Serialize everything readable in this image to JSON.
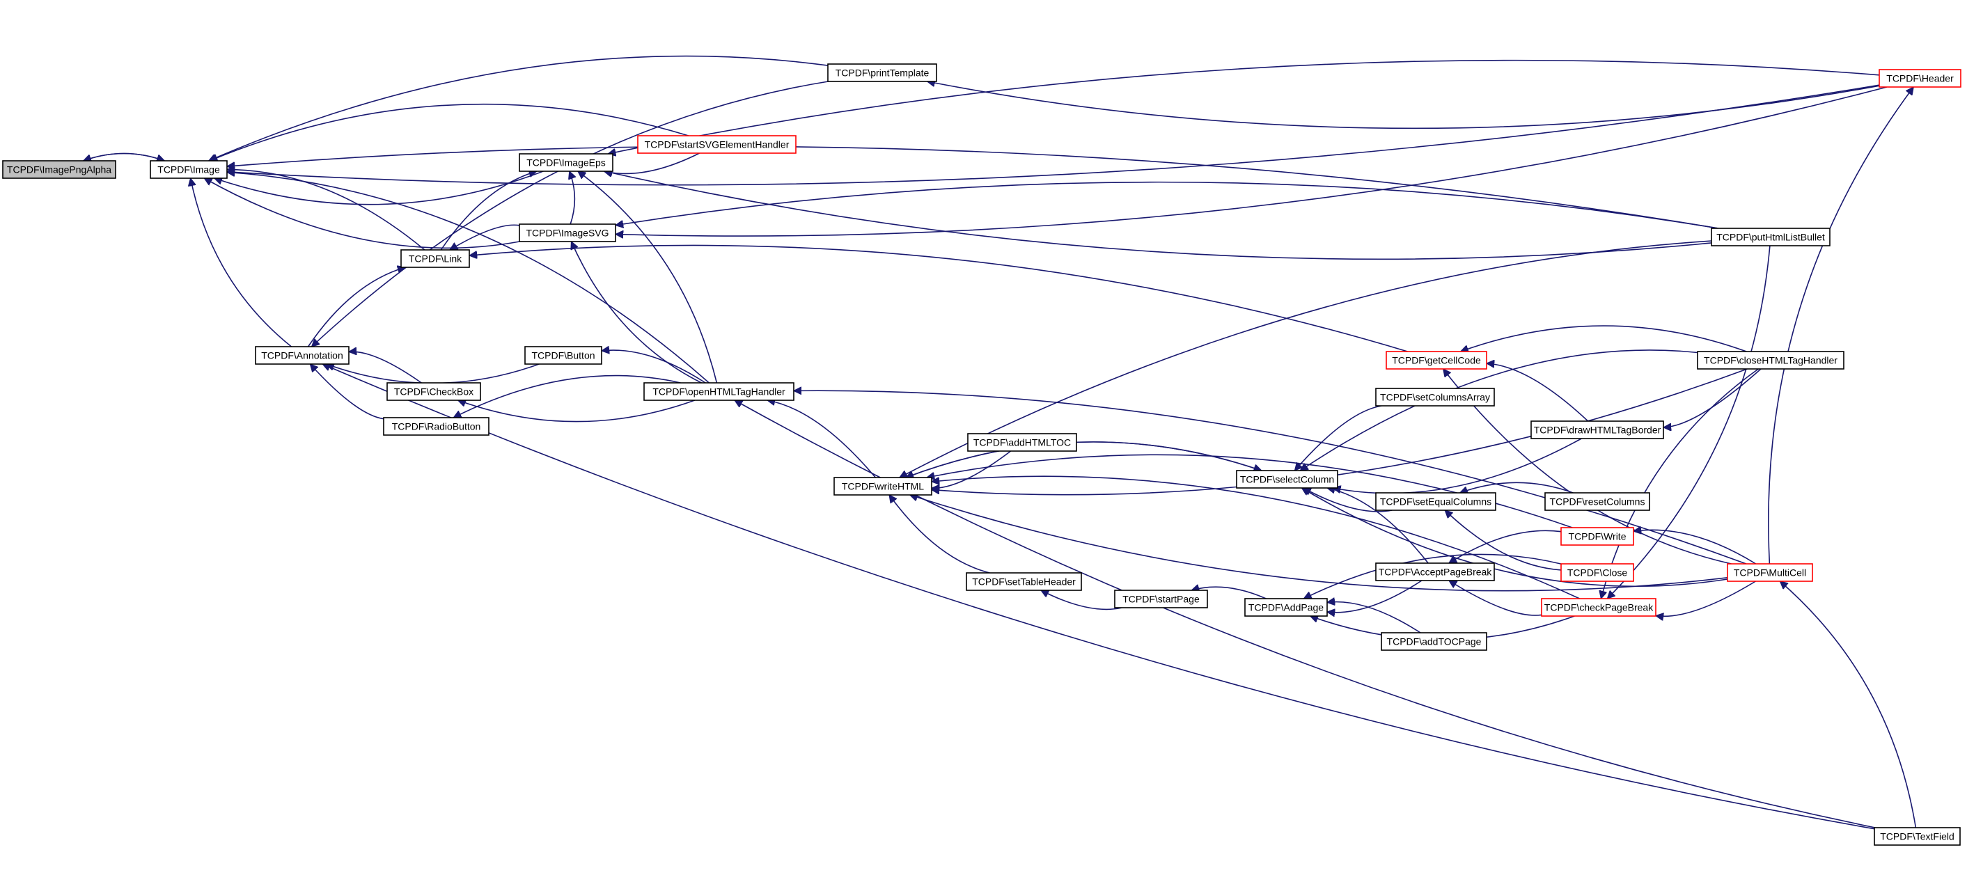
{
  "diagram": {
    "type": "call-graph",
    "colors": {
      "edge": "#191970",
      "border": "#000000",
      "border_truncated": "#ff0000",
      "focus_fill": "#bfbfbf"
    },
    "nodes": [
      {
        "id": "imagepngalpha",
        "label": "TCPDF\\ImagePngAlpha",
        "style": "focus"
      },
      {
        "id": "image",
        "label": "TCPDF\\Image",
        "style": "normal"
      },
      {
        "id": "printtemplate",
        "label": "TCPDF\\printTemplate",
        "style": "normal"
      },
      {
        "id": "imageeps",
        "label": "TCPDF\\ImageEps",
        "style": "normal"
      },
      {
        "id": "startsvg",
        "label": "TCPDF\\startSVGElementHandler",
        "style": "truncated"
      },
      {
        "id": "imagesvg",
        "label": "TCPDF\\ImageSVG",
        "style": "normal"
      },
      {
        "id": "link",
        "label": "TCPDF\\Link",
        "style": "normal"
      },
      {
        "id": "annotation",
        "label": "TCPDF\\Annotation",
        "style": "normal"
      },
      {
        "id": "button",
        "label": "TCPDF\\Button",
        "style": "normal"
      },
      {
        "id": "checkbox",
        "label": "TCPDF\\CheckBox",
        "style": "normal"
      },
      {
        "id": "radiobutton",
        "label": "TCPDF\\RadioButton",
        "style": "normal"
      },
      {
        "id": "openhtml",
        "label": "TCPDF\\openHTMLTagHandler",
        "style": "normal"
      },
      {
        "id": "writehtml",
        "label": "TCPDF\\writeHTML",
        "style": "normal"
      },
      {
        "id": "addhtmltoc",
        "label": "TCPDF\\addHTMLTOC",
        "style": "normal"
      },
      {
        "id": "settableheader",
        "label": "TCPDF\\setTableHeader",
        "style": "normal"
      },
      {
        "id": "startpage",
        "label": "TCPDF\\startPage",
        "style": "normal"
      },
      {
        "id": "addpage",
        "label": "TCPDF\\AddPage",
        "style": "normal"
      },
      {
        "id": "addtocpage",
        "label": "TCPDF\\addTOCPage",
        "style": "normal"
      },
      {
        "id": "acceptpagebreak",
        "label": "TCPDF\\AcceptPageBreak",
        "style": "normal"
      },
      {
        "id": "selectcolumn",
        "label": "TCPDF\\selectColumn",
        "style": "normal"
      },
      {
        "id": "setcolumnsarray",
        "label": "TCPDF\\setColumnsArray",
        "style": "normal"
      },
      {
        "id": "setequalcolumns",
        "label": "TCPDF\\setEqualColumns",
        "style": "normal"
      },
      {
        "id": "resetcolumns",
        "label": "TCPDF\\resetColumns",
        "style": "normal"
      },
      {
        "id": "getcellcode",
        "label": "TCPDF\\getCellCode",
        "style": "truncated"
      },
      {
        "id": "drawhtmltagborder",
        "label": "TCPDF\\drawHTMLTagBorder",
        "style": "normal"
      },
      {
        "id": "write",
        "label": "TCPDF\\Write",
        "style": "truncated"
      },
      {
        "id": "close",
        "label": "TCPDF\\Close",
        "style": "truncated"
      },
      {
        "id": "checkpagebreak",
        "label": "TCPDF\\checkPageBreak",
        "style": "truncated"
      },
      {
        "id": "multicell",
        "label": "TCPDF\\MultiCell",
        "style": "truncated"
      },
      {
        "id": "puthtmllistbullet",
        "label": "TCPDF\\putHtmlListBullet",
        "style": "normal"
      },
      {
        "id": "closehtml",
        "label": "TCPDF\\closeHTMLTagHandler",
        "style": "normal"
      },
      {
        "id": "header",
        "label": "TCPDF\\Header",
        "style": "truncated"
      },
      {
        "id": "textfield",
        "label": "TCPDF\\TextField",
        "style": "normal"
      }
    ],
    "edges": [
      {
        "from": "image",
        "to": "imagepngalpha"
      },
      {
        "from": "imagepngalpha",
        "to": "image"
      },
      {
        "from": "printtemplate",
        "to": "image"
      },
      {
        "from": "imageeps",
        "to": "image"
      },
      {
        "from": "startsvg",
        "to": "image"
      },
      {
        "from": "imagesvg",
        "to": "image"
      },
      {
        "from": "link",
        "to": "image"
      },
      {
        "from": "annotation",
        "to": "image"
      },
      {
        "from": "openhtml",
        "to": "image"
      },
      {
        "from": "header",
        "to": "image"
      },
      {
        "from": "puthtmllistbullet",
        "to": "image"
      },
      {
        "from": "startsvg",
        "to": "imageeps"
      },
      {
        "from": "imagesvg",
        "to": "imageeps"
      },
      {
        "from": "link",
        "to": "imageeps"
      },
      {
        "from": "openhtml",
        "to": "imageeps"
      },
      {
        "from": "puthtmllistbullet",
        "to": "imageeps"
      },
      {
        "from": "header",
        "to": "imageeps"
      },
      {
        "from": "openhtml",
        "to": "imagesvg"
      },
      {
        "from": "puthtmllistbullet",
        "to": "imagesvg"
      },
      {
        "from": "header",
        "to": "imagesvg"
      },
      {
        "from": "imagesvg",
        "to": "link"
      },
      {
        "from": "annotation",
        "to": "link"
      },
      {
        "from": "getcellcode",
        "to": "link"
      },
      {
        "from": "button",
        "to": "annotation"
      },
      {
        "from": "checkbox",
        "to": "annotation"
      },
      {
        "from": "radiobutton",
        "to": "annotation"
      },
      {
        "from": "printtemplate",
        "to": "annotation"
      },
      {
        "from": "textfield",
        "to": "annotation"
      },
      {
        "from": "openhtml",
        "to": "button"
      },
      {
        "from": "openhtml",
        "to": "checkbox"
      },
      {
        "from": "openhtml",
        "to": "radiobutton"
      },
      {
        "from": "header",
        "to": "printtemplate"
      },
      {
        "from": "writehtml",
        "to": "openhtml"
      },
      {
        "from": "textfield",
        "to": "openhtml"
      },
      {
        "from": "multicell",
        "to": "openhtml"
      },
      {
        "from": "addhtmltoc",
        "to": "writehtml"
      },
      {
        "from": "selectcolumn",
        "to": "writehtml"
      },
      {
        "from": "settableheader",
        "to": "writehtml"
      },
      {
        "from": "write",
        "to": "writehtml"
      },
      {
        "from": "multicell",
        "to": "writehtml"
      },
      {
        "from": "checkpagebreak",
        "to": "writehtml"
      },
      {
        "from": "closehtml",
        "to": "writehtml"
      },
      {
        "from": "puthtmllistbullet",
        "to": "writehtml"
      },
      {
        "from": "startpage",
        "to": "settableheader"
      },
      {
        "from": "addpage",
        "to": "startpage"
      },
      {
        "from": "acceptpagebreak",
        "to": "addpage"
      },
      {
        "from": "addtocpage",
        "to": "addpage"
      },
      {
        "from": "checkpagebreak",
        "to": "addpage"
      },
      {
        "from": "close",
        "to": "addpage"
      },
      {
        "from": "writehtml",
        "to": "selectcolumn"
      },
      {
        "from": "setcolumnsarray",
        "to": "selectcolumn"
      },
      {
        "from": "drawhtmltagborder",
        "to": "selectcolumn"
      },
      {
        "from": "acceptpagebreak",
        "to": "selectcolumn"
      },
      {
        "from": "multicell",
        "to": "selectcolumn"
      },
      {
        "from": "closehtml",
        "to": "selectcolumn"
      },
      {
        "from": "setequalcolumns",
        "to": "selectcolumn"
      },
      {
        "from": "resetcolumns",
        "to": "setequalcolumns"
      },
      {
        "from": "close",
        "to": "setequalcolumns"
      },
      {
        "from": "write",
        "to": "acceptpagebreak"
      },
      {
        "from": "checkpagebreak",
        "to": "acceptpagebreak"
      },
      {
        "from": "closehtml",
        "to": "getcellcode"
      },
      {
        "from": "multicell",
        "to": "getcellcode"
      },
      {
        "from": "drawhtmltagborder",
        "to": "getcellcode"
      },
      {
        "from": "closehtml",
        "to": "drawhtmltagborder"
      },
      {
        "from": "multicell",
        "to": "write"
      },
      {
        "from": "puthtmllistbullet",
        "to": "checkpagebreak"
      },
      {
        "from": "closehtml",
        "to": "checkpagebreak"
      },
      {
        "from": "multicell",
        "to": "checkpagebreak"
      },
      {
        "from": "textfield",
        "to": "multicell"
      },
      {
        "from": "multicell",
        "to": "header"
      }
    ]
  }
}
